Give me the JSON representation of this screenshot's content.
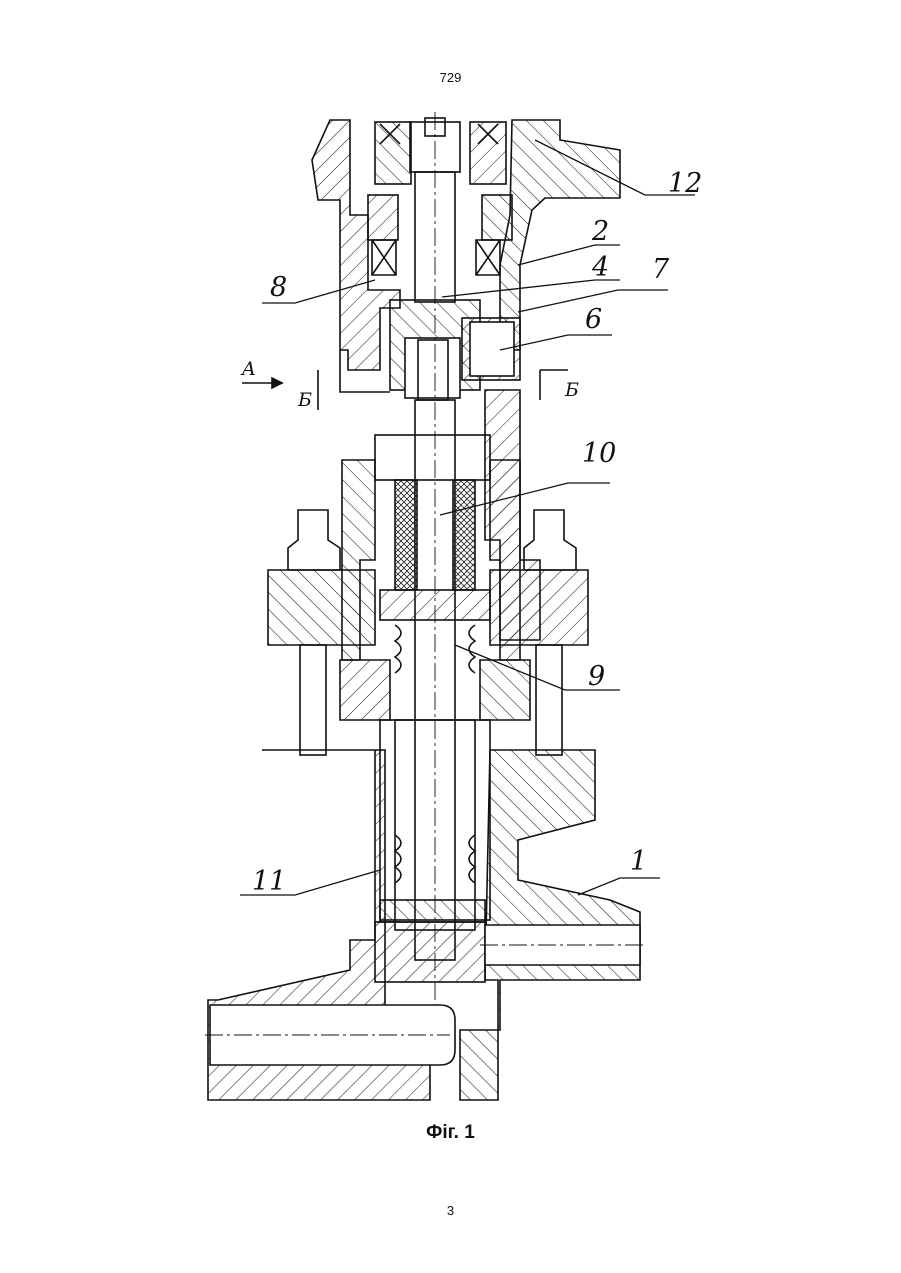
{
  "page": {
    "number_top": "729",
    "number_bottom": "3"
  },
  "figure": {
    "caption": "Фіг. 1",
    "section_labels": {
      "view": "A",
      "cut_left": "Б",
      "cut_right": "Б"
    },
    "reference_labels": [
      "12",
      "2",
      "4",
      "7",
      "8",
      "6",
      "10",
      "9",
      "1",
      "11"
    ]
  }
}
